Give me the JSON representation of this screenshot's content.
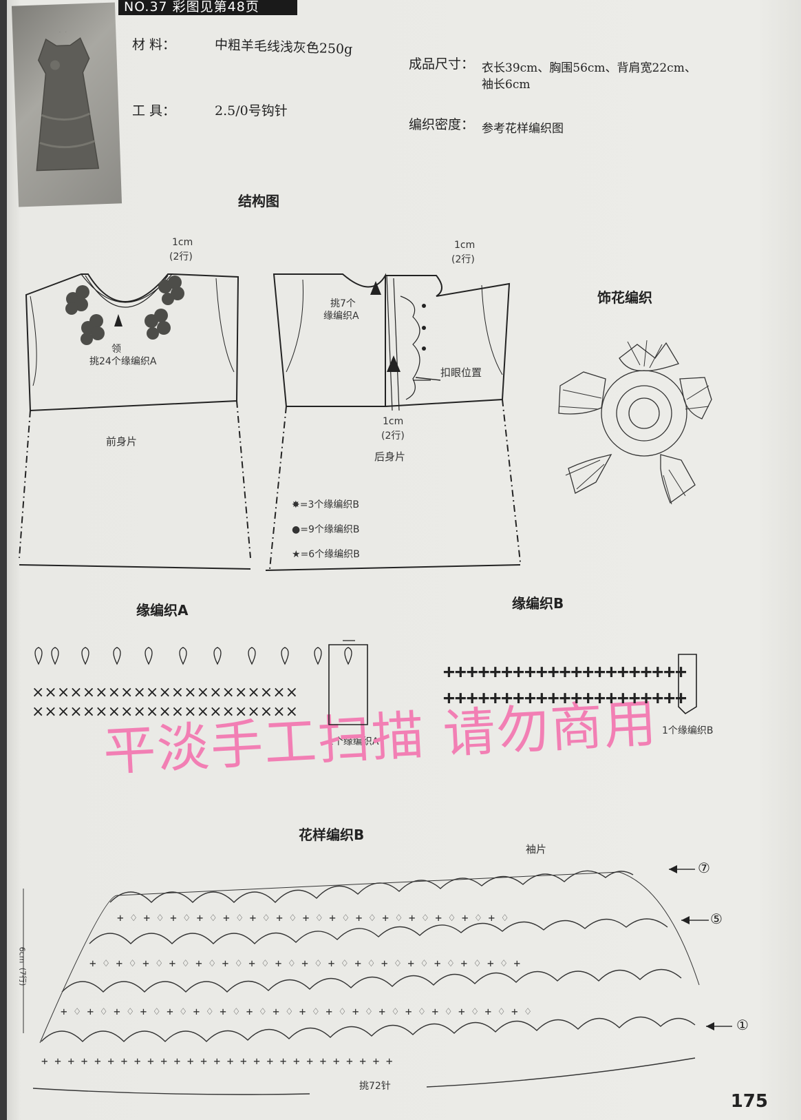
{
  "header": {
    "label": "NO.37  彩图见第48页"
  },
  "specs": {
    "materials_label": "材    料：",
    "materials_value": "中粗羊毛线浅灰色250g",
    "tools_label": "工    具：",
    "tools_value": "2.5/0号钩针",
    "size_label": "成品尺寸：",
    "size_value_line1": "衣长39cm、胸围56cm、背肩宽22cm、",
    "size_value_line2": "袖长6cm",
    "gauge_label": "编织密度：",
    "gauge_value": "参考花样编织图"
  },
  "structure": {
    "title": "结构图",
    "front_edge_1cm": "1cm",
    "front_edge_rows": "(2行)",
    "front_collar_note_1": "领",
    "front_collar_note_2": "挑24个缘编织A",
    "front_label": "前身片",
    "back_edge_1cm": "1cm",
    "back_edge_rows": "(2行)",
    "back_collar_note_1": "挑7个",
    "back_collar_note_2": "缘编织A",
    "buttonhole_label": "扣眼位置",
    "back_bottom_1cm": "1cm",
    "back_bottom_rows": "(2行)",
    "back_label": "后身片",
    "legend": [
      {
        "symbol": "✸",
        "text": "=3个缘编织B"
      },
      {
        "symbol": "●",
        "text": "=9个缘编织B"
      },
      {
        "symbol": "★",
        "text": "=6个缘编织B"
      }
    ]
  },
  "flower": {
    "title": "饰花编织"
  },
  "edgeA": {
    "title": "缘编织A",
    "repeat_label": "1个缘编织A"
  },
  "edgeB": {
    "title": "缘编织B",
    "repeat_label": "1个缘编织B"
  },
  "watermark": "平淡手工扫描 请勿商用",
  "patternB": {
    "title": "花样编织B",
    "sleeve_label": "袖片",
    "side_label_1": "6cm",
    "side_label_2": "(7行)",
    "row_7": "⑦",
    "row_5": "⑤",
    "row_1": "①",
    "bottom_label": "挑72针"
  },
  "page_number": "175"
}
